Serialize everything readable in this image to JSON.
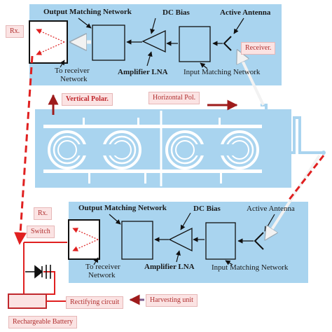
{
  "top_panel": {
    "output_matching": "Output Matching Network",
    "dc_bias": "DC Bias",
    "active_antenna": "Active Antenna",
    "to_receiver_1": "To receiver",
    "to_receiver_2": "Network",
    "amplifier": "Amplifier LNA",
    "input_matching": "Input Matching Network"
  },
  "bottom_panel": {
    "output_matching": "Output Matching Network",
    "dc_bias": "DC Bias",
    "active_antenna": "Active Antenna",
    "to_receiver_1": "To receiver",
    "to_receiver_2": "Network",
    "amplifier": "Amplifier LNA",
    "input_matching": "Input Matching Network"
  },
  "tags": {
    "rx_top": "Rx.",
    "receiver": "Receiver.",
    "vertical": "Vertical Polar.",
    "horizontal": "Horizontal Pol.",
    "rx_bottom": "Rx.",
    "switch": "Switch",
    "rectifying": "Rectifying circuit",
    "harvesting": "Harvesting unit",
    "battery": "Rechargeable Battery"
  },
  "colors": {
    "panel": "#a9d4ef",
    "tag_bg": "#fbe3e3",
    "tag_text": "#c0282d",
    "red_line": "#e02020",
    "dark_red": "#9e1b1b",
    "arrow_white": "#f2f2f2",
    "rx_box_dot": "#e03030"
  }
}
